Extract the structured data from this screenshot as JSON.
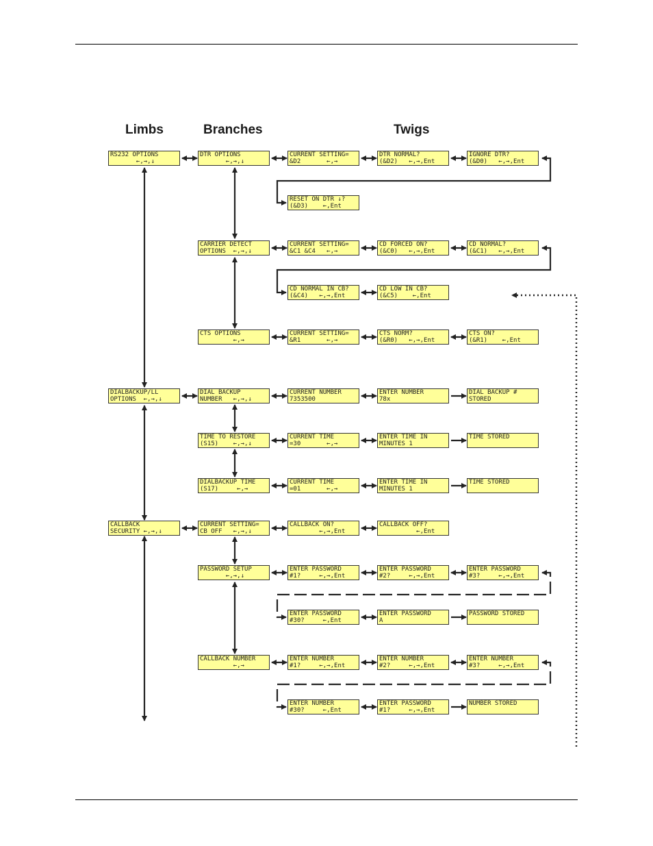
{
  "headers": {
    "limbs": "Limbs",
    "branches": "Branches",
    "twigs": "Twigs"
  },
  "boxes": {
    "rs232": [
      "RS232 OPTIONS",
      "       ←,→,↓"
    ],
    "dtr": [
      "DTR OPTIONS",
      "       ←,→,↓"
    ],
    "dtr_cur": [
      "CURRENT SETTING=",
      "&D2       ←,→"
    ],
    "dtr_norm": [
      "DTR NORMAL?",
      "(&D2)   ←,→,Ent"
    ],
    "dtr_ign": [
      "IGNORE DTR?",
      "(&D0)   ←,→,Ent"
    ],
    "dtr_reset": [
      "RESET ON DTR ↓?",
      "(&D3)    ←,Ent"
    ],
    "cd": [
      "CARRIER DETECT",
      "OPTIONS  ←,→,↓"
    ],
    "cd_cur": [
      "CURRENT SETTING=",
      "&C1 &C4   ←,→"
    ],
    "cd_forced": [
      "CD FORCED ON?",
      "(&C0)   ←,→,Ent"
    ],
    "cd_norm": [
      "CD NORMAL?",
      "(&C1)   ←,→,Ent"
    ],
    "cd_normcb": [
      "CD NORMAL IN CB?",
      "(&C4)   ←,→,Ent"
    ],
    "cd_lowcb": [
      "CD LOW IN CB?",
      "(&C5)    ←,Ent"
    ],
    "cts": [
      "CTS OPTIONS",
      "         ←,→"
    ],
    "cts_cur": [
      "CURRENT SETTING=",
      "&R1       ←,→"
    ],
    "cts_norm": [
      "CTS NORM?",
      "(&R0)   ←,→,Ent"
    ],
    "cts_on": [
      "CTS ON?",
      "(&R1)    ←,Ent"
    ],
    "dbll": [
      "DIALBACKUP/LL",
      "OPTIONS  ←,→,↓"
    ],
    "dbn": [
      "DIAL BACKUP",
      "NUMBER   ←,→,↓"
    ],
    "dbn_cur": [
      "CURRENT NUMBER",
      "7353500"
    ],
    "dbn_enter": [
      "ENTER NUMBER",
      "78x"
    ],
    "dbn_stored": [
      "DIAL BACKUP #",
      "STORED"
    ],
    "ttr": [
      "TIME TO RESTORE",
      "(S15)    ←,→,↓"
    ],
    "ttr_cur": [
      "CURRENT TIME",
      "=30       ←,→"
    ],
    "ttr_enter": [
      "ENTER TIME IN",
      "MINUTES 1"
    ],
    "ttr_stored": [
      "TIME STORED",
      ""
    ],
    "dbt": [
      "DIALBACKUP TIME",
      "(S17)     ←,→"
    ],
    "dbt_cur": [
      "CURRENT TIME",
      "=01       ←,→"
    ],
    "dbt_enter": [
      "ENTER TIME IN",
      "MINUTES 1"
    ],
    "dbt_stored": [
      "TIME STORED",
      ""
    ],
    "cbs": [
      "CALLBACK",
      "SECURITY ←,→,↓"
    ],
    "cbs_cur": [
      "CURRENT SETTING=",
      "CB OFF   ←,→,↓"
    ],
    "cb_on": [
      "CALLBACK ON?",
      "        ←,→,Ent"
    ],
    "cb_off": [
      "CALLBACK OFF?",
      "          ←,Ent"
    ],
    "pw": [
      "PASSWORD SETUP",
      "       ←,→,↓"
    ],
    "pw1": [
      "ENTER PASSWORD",
      "#1?     ←,→,Ent"
    ],
    "pw2": [
      "ENTER PASSWORD",
      "#2?     ←,→,Ent"
    ],
    "pw3": [
      "ENTER PASSWORD",
      "#3?     ←,→,Ent"
    ],
    "pw30": [
      "ENTER PASSWORD",
      "#30?     ←,Ent"
    ],
    "pwa": [
      "ENTER PASSWORD",
      "A"
    ],
    "pw_stored": [
      "PASSWORD STORED",
      ""
    ],
    "cbn": [
      "CALLBACK NUMBER",
      "         ←,→"
    ],
    "cbn1": [
      "ENTER NUMBER",
      "#1?     ←,→,Ent"
    ],
    "cbn2": [
      "ENTER NUMBER",
      "#2?     ←,→,Ent"
    ],
    "cbn3": [
      "ENTER NUMBER",
      "#3?     ←,→,Ent"
    ],
    "cbn30": [
      "ENTER NUMBER",
      "#30?     ←,Ent"
    ],
    "cbn_pw1": [
      "ENTER PASSWORD",
      "#1?     ←,→,Ent"
    ],
    "cbn_stored": [
      "NUMBER STORED",
      ""
    ]
  },
  "colors": {
    "lcd_fill": "#ffff99",
    "stroke": "#222222"
  }
}
